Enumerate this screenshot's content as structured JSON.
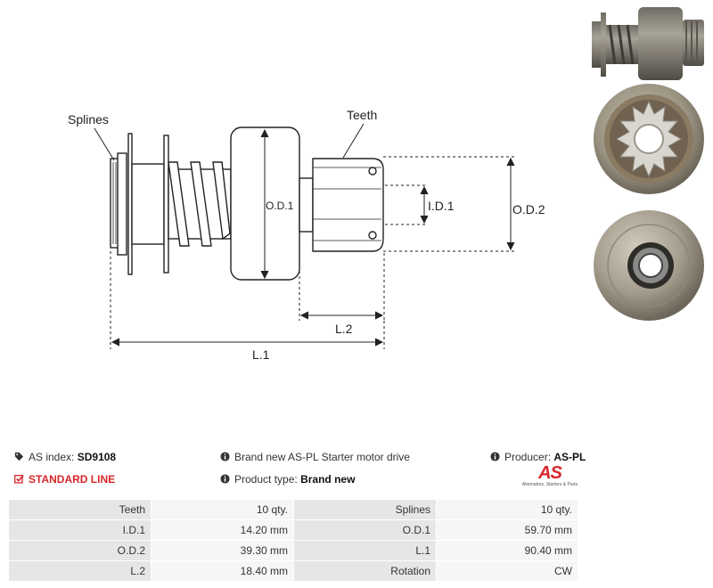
{
  "diagram": {
    "labels": {
      "splines": "Splines",
      "teeth": "Teeth",
      "od1": "O.D.1",
      "id1": "I.D.1",
      "od2": "O.D.2",
      "l2": "L.2",
      "l1": "L.1"
    }
  },
  "header": {
    "as_index_label": "AS index:",
    "as_index_value": "SD9108",
    "standard_line": "STANDARD LINE",
    "description": "Brand new AS-PL Starter motor drive",
    "product_type_label": "Product type:",
    "product_type_value": "Brand new",
    "producer_label": "Producer:",
    "producer_value": "AS-PL",
    "logo_mark": "AS",
    "logo_sub": "Alternators, Starters & Parts"
  },
  "specs": [
    {
      "k1": "Teeth",
      "v1": "10 qty.",
      "k2": "Splines",
      "v2": "10 qty."
    },
    {
      "k1": "I.D.1",
      "v1": "14.20 mm",
      "k2": "O.D.1",
      "v2": "59.70 mm"
    },
    {
      "k1": "O.D.2",
      "v1": "39.30 mm",
      "k2": "L.1",
      "v2": "90.40 mm"
    },
    {
      "k1": "L.2",
      "v1": "18.40 mm",
      "k2": "Rotation",
      "v2": "CW"
    }
  ],
  "icons": {
    "tag": "tag-icon",
    "info": "info-icon",
    "check": "check-square-icon"
  },
  "colors": {
    "accent": "#d8262a"
  }
}
